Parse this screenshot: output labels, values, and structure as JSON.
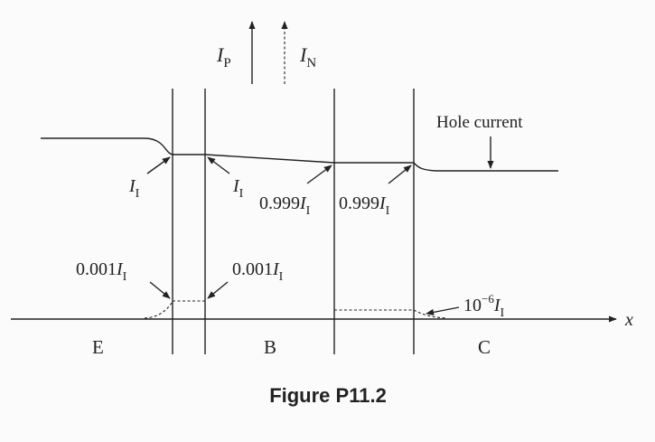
{
  "figure": {
    "caption": "Figure P11.2",
    "top_labels": {
      "ip": {
        "main": "I",
        "sub": "P"
      },
      "in": {
        "main": "I",
        "sub": "N"
      }
    },
    "curve_label": "Hole current",
    "annotations": {
      "ii_left": {
        "coef": "",
        "main": "I",
        "sub": "I"
      },
      "ii_right": {
        "coef": "",
        "main": "I",
        "sub": "I"
      },
      "ii_999_left": {
        "coef": "0.999",
        "main": "I",
        "sub": "I"
      },
      "ii_999_right": {
        "coef": "0.999",
        "main": "I",
        "sub": "I"
      },
      "ii_001_left": {
        "coef": "0.001",
        "main": "I",
        "sub": "I"
      },
      "ii_001_right": {
        "coef": "0.001",
        "main": "I",
        "sub": "I"
      },
      "ii_1e6": {
        "coef": "10",
        "exp": "−6",
        "main": "I",
        "sub": "I"
      }
    },
    "axis_label": "x",
    "regions": {
      "e": "E",
      "b": "B",
      "c": "C"
    }
  }
}
